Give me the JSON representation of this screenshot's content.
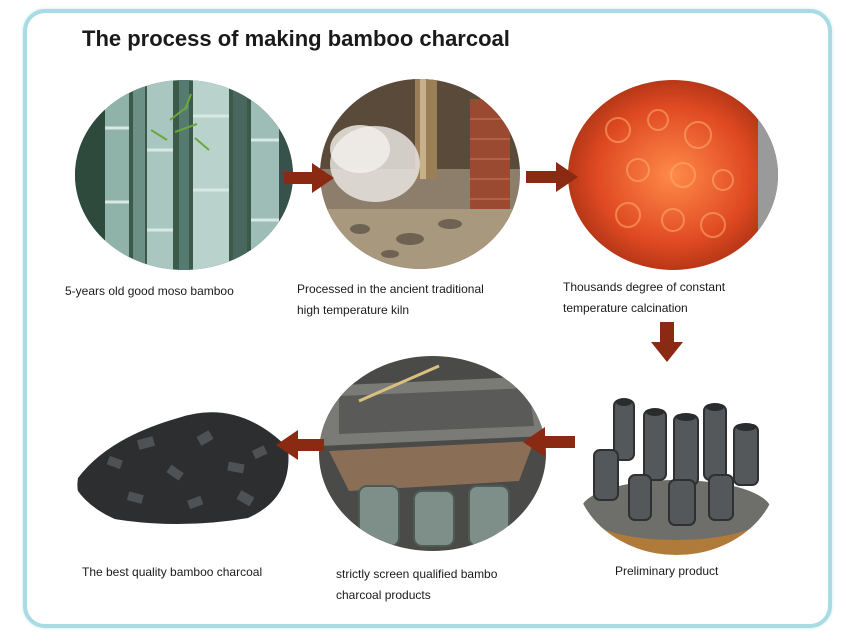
{
  "title": "The process of making bamboo charcoal",
  "arrow_color": "#8b2a12",
  "frame_color": "#a8dbe3",
  "steps": [
    {
      "image": "moso-bamboo-forest",
      "caption_lines": [
        "5-years old good moso bamboo"
      ]
    },
    {
      "image": "traditional-kiln",
      "caption_lines": [
        "Processed in the ancient traditional",
        "high temperature kiln"
      ]
    },
    {
      "image": "glowing-calcination",
      "caption_lines": [
        "Thousands degree of constant",
        "temperature calcination"
      ]
    },
    {
      "image": "charcoal-tubes-basket",
      "caption_lines": [
        "Preliminary product"
      ]
    },
    {
      "image": "screening-machine",
      "caption_lines": [
        "strictly screen qualified bambo",
        "charcoal products"
      ]
    },
    {
      "image": "charcoal-granules",
      "caption_lines": [
        "The best quality bamboo charcoal"
      ]
    }
  ]
}
